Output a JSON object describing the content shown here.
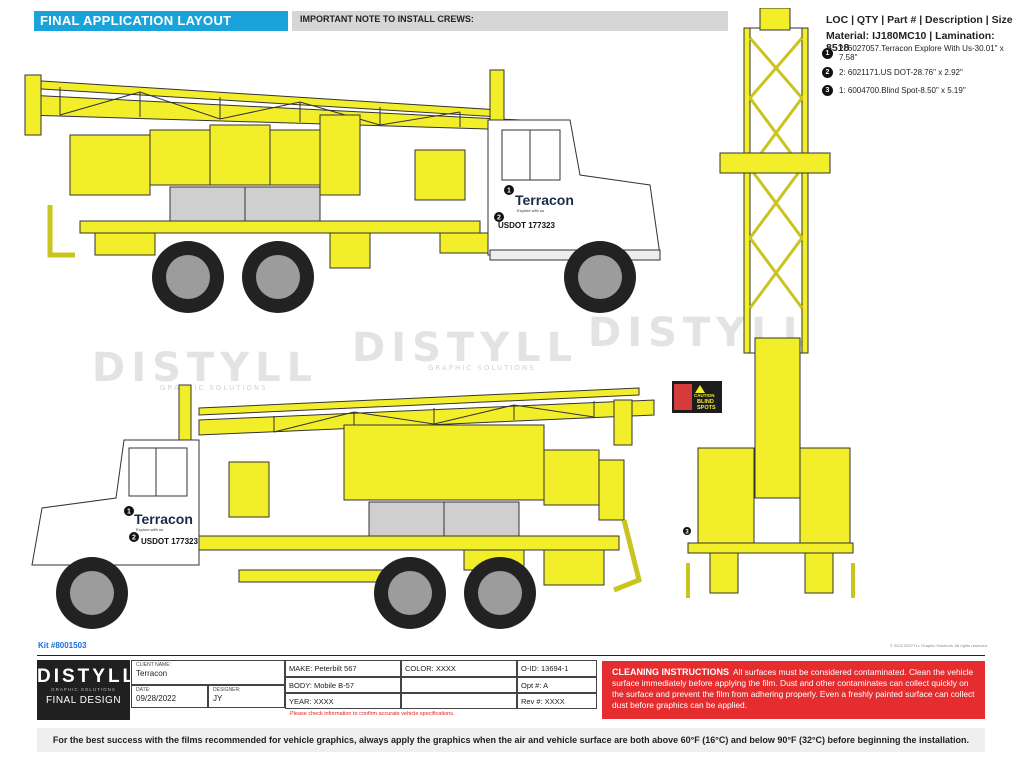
{
  "header": {
    "title": "FINAL APPLICATION LAYOUT",
    "note": "IMPORTANT NOTE TO INSTALL CREWS:"
  },
  "legend": {
    "heading": "LOC | QTY | Part # | Description | Size",
    "material": "Material: IJ180MC10 | Lamination: 8518",
    "items": [
      {
        "num": "1",
        "text": "2: 6027057.Terracon Explore With Us-30.01\" x 7.58\""
      },
      {
        "num": "2",
        "text": "2: 6021171.US DOT-28.76\" x 2.92\""
      },
      {
        "num": "3",
        "text": "1: 6004700.Blind Spot-8.50\" x 5.19\""
      }
    ]
  },
  "decals": {
    "brand": "Terracon",
    "tagline": "Explore with us",
    "usdot": "USDOT 177323",
    "caution": "CAUTION",
    "blind_spots_1": "BLIND",
    "blind_spots_2": "SPOTS"
  },
  "watermark": {
    "word": "DISTYLL",
    "sub": "GRAPHIC SOLUTIONS"
  },
  "kit": "Kit #8001503",
  "copyright": "© 2022 DISTYLL Graphic Solutions. All rights reserved.",
  "title_block": {
    "logo": "DISTYLL",
    "logo_sub": "GRAPHIC SOLUTIONS",
    "stage": "FINAL DESIGN",
    "client_label": "CLIENT NAME:",
    "client": "Terracon",
    "date_label": "DATE:",
    "date": "09/28/2022",
    "designer_label": "DESIGNER:",
    "designer": "JY",
    "make": "MAKE: Peterbilt 567",
    "body": "BODY: Mobile B-57",
    "year": "YEAR: XXXX",
    "color": "COLOR: XXXX",
    "oid": "O-ID: 13694-1",
    "opt": "Opt #: A",
    "rev": "Rev #: XXXX",
    "warning": "Please check information to confirm accurate vehicle specifications."
  },
  "cleaning": {
    "title": "CLEANING INSTRUCTIONS",
    "text": "All surfaces must be considered contaminated. Clean the vehicle surface immediately before applying the film. Dust and other contaminates can collect quickly on the surface and prevent the film from adhering properly. Even a freshly painted surface can collect dust before graphics can be applied."
  },
  "footer": "For the best success with the films recommended for vehicle graphics, always apply the graphics when the air and vehicle surface are both above 60°F (16°C) and below 90°F (32°C) before beginning the installation.",
  "colors": {
    "accent": "#1aa3db",
    "rig_yellow": "#f3ee2a",
    "cleaning_red": "#e52d2f",
    "logo_dark": "#202020"
  }
}
